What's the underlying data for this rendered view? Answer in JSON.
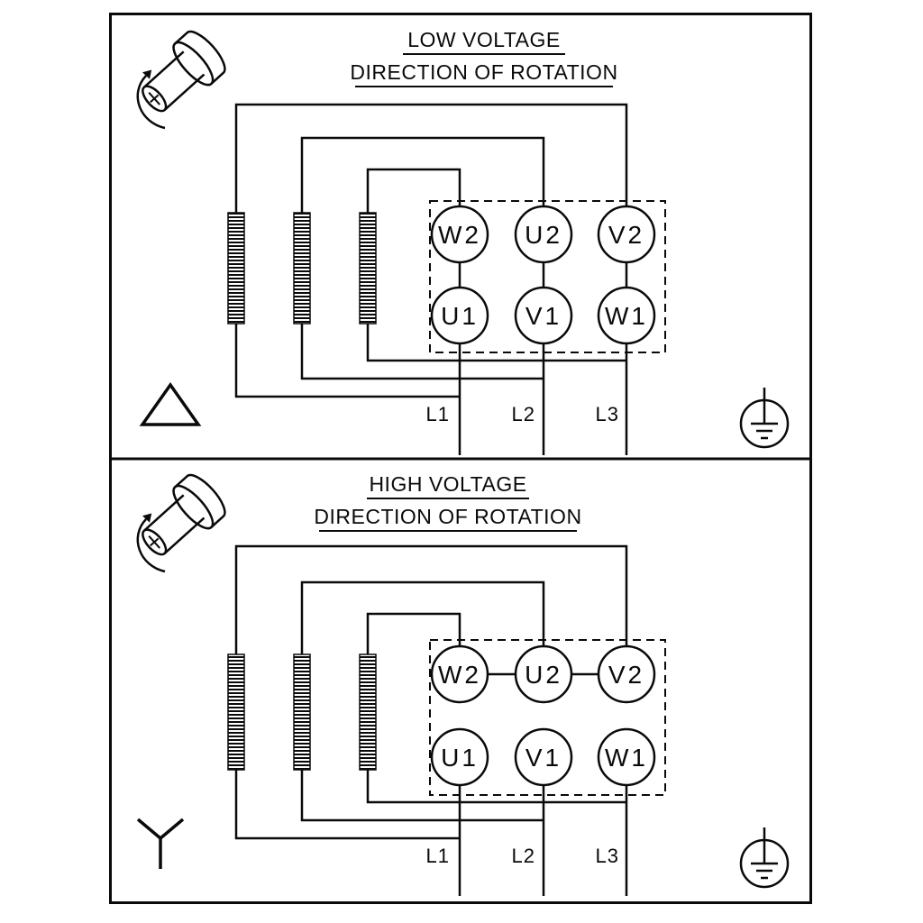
{
  "panels": [
    {
      "id": "low-voltage",
      "title": "LOW VOLTAGE",
      "subtitle": "DIRECTION OF ROTATION",
      "connection_symbol": "delta",
      "terminals_top": [
        "W2",
        "U2",
        "V2"
      ],
      "terminals_bottom": [
        "U1",
        "V1",
        "W1"
      ],
      "supply_lines": [
        "L1",
        "L2",
        "L3"
      ]
    },
    {
      "id": "high-voltage",
      "title": "HIGH VOLTAGE",
      "subtitle": "DIRECTION OF ROTATION",
      "connection_symbol": "wye",
      "terminals_top": [
        "W2",
        "U2",
        "V2"
      ],
      "terminals_bottom": [
        "U1",
        "V1",
        "W1"
      ],
      "supply_lines": [
        "L1",
        "L2",
        "L3"
      ]
    }
  ],
  "colors": {
    "line": "#0a0a0a",
    "background": "#ffffff"
  }
}
